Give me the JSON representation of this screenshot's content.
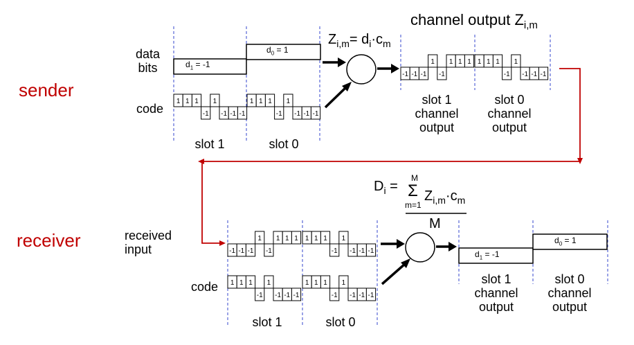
{
  "colors": {
    "accent_red": "#c00000",
    "slot_divider": "#3344cc",
    "ink": "#000000"
  },
  "sender": {
    "role_label": "sender",
    "data_label_line1": "data",
    "data_label_line2": "bits",
    "code_label": "code",
    "data_bit_slot1": {
      "d": "d",
      "sub": "1",
      "val": " = -1"
    },
    "data_bit_slot0": {
      "d": "d",
      "sub": "0",
      "val": " = 1"
    },
    "code_slot1_values": [
      1,
      1,
      1,
      -1,
      1,
      -1,
      -1,
      -1
    ],
    "code_slot0_values": [
      1,
      1,
      1,
      -1,
      1,
      -1,
      -1,
      -1
    ],
    "slot1_label": "slot 1",
    "slot0_label": "slot 0",
    "formula": {
      "Z": "Z",
      "Z_sub": "i,m",
      "eq": "= d",
      "d_sub": "i",
      "dot": "·",
      "c": "c",
      "c_sub": "m"
    },
    "channel_title": "channel output Z",
    "channel_title_sub": "i,m",
    "channel_slot1_values": [
      -1,
      -1,
      -1,
      1,
      -1,
      1,
      1,
      1
    ],
    "channel_slot0_values": [
      1,
      1,
      1,
      -1,
      1,
      -1,
      -1,
      -1
    ],
    "channel_slot1_label": [
      "slot 1",
      "channel",
      "output"
    ],
    "channel_slot0_label": [
      "slot 0",
      "channel",
      "output"
    ]
  },
  "receiver": {
    "role_label": "receiver",
    "received_label_line1": "received",
    "received_label_line2": "input",
    "code_label": "code",
    "received_slot1_values": [
      -1,
      -1,
      -1,
      1,
      -1,
      1,
      1,
      1
    ],
    "received_slot0_values": [
      1,
      1,
      1,
      -1,
      1,
      -1,
      -1,
      -1
    ],
    "code_slot1_values": [
      1,
      1,
      1,
      -1,
      1,
      -1,
      -1,
      -1
    ],
    "code_slot0_values": [
      1,
      1,
      1,
      -1,
      1,
      -1,
      -1,
      -1
    ],
    "slot1_label": "slot 1",
    "slot0_label": "slot 0",
    "formula": {
      "D": "D",
      "D_sub": "i",
      "eq": "=",
      "sigma": "Σ",
      "upper": "M",
      "lower": "m=1",
      "Z": "Z",
      "Z_sub": "i,m",
      "dot": "·",
      "c": "c",
      "c_sub": "m",
      "denominator": "M"
    },
    "output_slot1": {
      "d": "d",
      "sub": "1",
      "val": " = -1"
    },
    "output_slot0": {
      "d": "d",
      "sub": "0",
      "val": " = 1"
    },
    "output_slot1_label": [
      "slot 1",
      "channel",
      "output"
    ],
    "output_slot0_label": [
      "slot 0",
      "channel",
      "output"
    ]
  }
}
